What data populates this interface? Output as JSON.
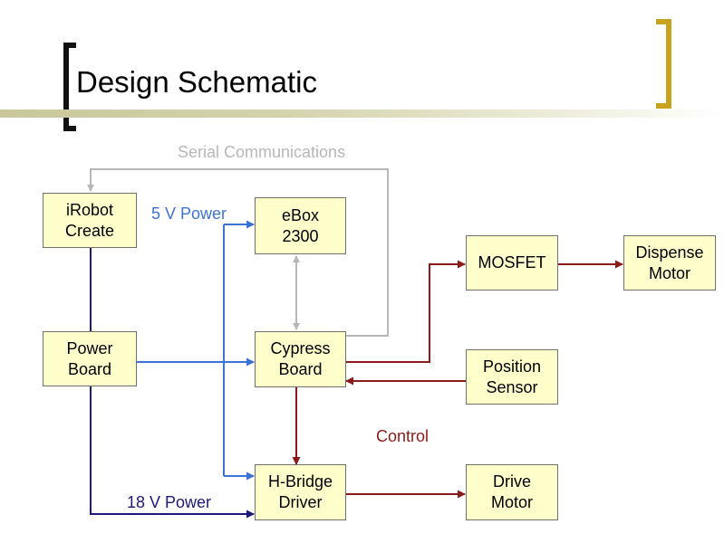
{
  "slide": {
    "title": "Design Schematic"
  },
  "colors": {
    "serial": "#b7b7b7",
    "power5v": "#3d73d6",
    "power18v": "#1c1a7a",
    "control": "#8b1a1a",
    "box_fill": "#ffffcc",
    "bracket_right": "#c8a11f"
  },
  "blocks": {
    "irobot": "iRobot\nCreate",
    "ebox": "eBox\n2300",
    "power_board": "Power\nBoard",
    "cypress": "Cypress\nBoard",
    "hbridge": "H-Bridge\nDriver",
    "mosfet": "MOSFET",
    "dispense_motor": "Dispense\nMotor",
    "position_sensor": "Position\nSensor",
    "drive_motor": "Drive\nMotor"
  },
  "labels": {
    "serial": "Serial Communications",
    "power5v": "5 V Power",
    "power18v": "18 V Power",
    "control": "Control"
  }
}
